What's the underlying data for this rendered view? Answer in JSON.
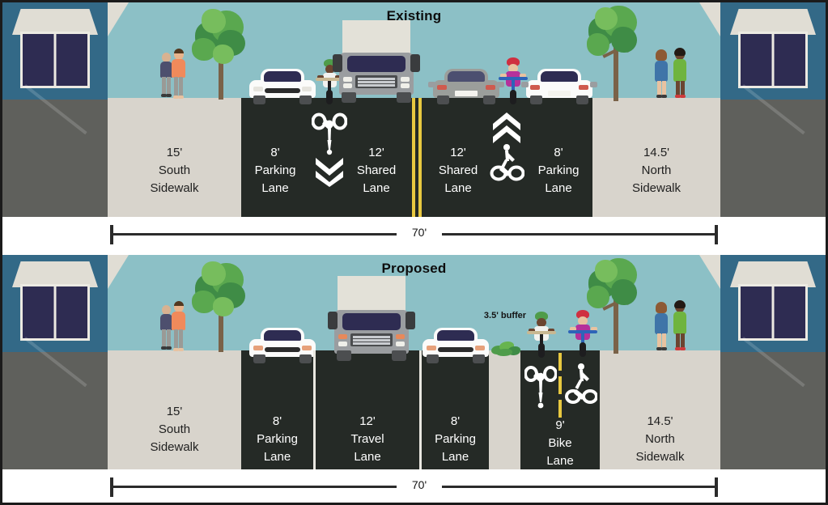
{
  "figure": {
    "type": "street-cross-section-comparison",
    "total_width_label": "70'",
    "panels": [
      {
        "id": "existing",
        "title": "Existing",
        "dimension_label": "70'",
        "elements": [
          {
            "name": "south-sidewalk",
            "dim": "15'",
            "line1": "South",
            "line2": "Sidewalk",
            "kind": "sidewalk"
          },
          {
            "name": "parking-lane-south",
            "dim": "8'",
            "line1": "Parking",
            "line2": "Lane",
            "kind": "roadway"
          },
          {
            "name": "shared-lane-south",
            "dim": "12'",
            "line1": "Shared",
            "line2": "Lane",
            "kind": "roadway"
          },
          {
            "name": "shared-lane-north",
            "dim": "12'",
            "line1": "Shared",
            "line2": "Lane",
            "kind": "roadway"
          },
          {
            "name": "parking-lane-north",
            "dim": "8'",
            "line1": "Parking",
            "line2": "Lane",
            "kind": "roadway"
          },
          {
            "name": "north-sidewalk",
            "dim": "14.5'",
            "line1": "North",
            "line2": "Sidewalk",
            "kind": "sidewalk"
          }
        ]
      },
      {
        "id": "proposed",
        "title": "Proposed",
        "dimension_label": "70'",
        "buffer_callout_line1": "3.5'",
        "buffer_callout_line2": "buffer",
        "elements": [
          {
            "name": "south-sidewalk",
            "dim": "15'",
            "line1": "South",
            "line2": "Sidewalk",
            "kind": "sidewalk"
          },
          {
            "name": "parking-lane-south",
            "dim": "8'",
            "line1": "Parking",
            "line2": "Lane",
            "kind": "roadway"
          },
          {
            "name": "travel-lane",
            "dim": "12'",
            "line1": "Travel",
            "line2": "Lane",
            "kind": "roadway"
          },
          {
            "name": "parking-lane-north",
            "dim": "8'",
            "line1": "Parking",
            "line2": "Lane",
            "kind": "roadway"
          },
          {
            "name": "bike-lane",
            "dim": "9'",
            "line1": "Bike",
            "line2": "Lane",
            "kind": "roadway"
          },
          {
            "name": "north-sidewalk",
            "dim": "14.5'",
            "line1": "North",
            "line2": "Sidewalk",
            "kind": "sidewalk"
          }
        ]
      }
    ]
  },
  "colors": {
    "sky": "#8cc0c6",
    "sidewalk": "#d8d4cc",
    "asphalt": "#252a26",
    "ground": "#5f605c",
    "building": "#336987",
    "awning": "#e0ddd4",
    "window": "#2e2c52",
    "centerline_yellow": "#e8c840",
    "tree_green": "#5aa84f",
    "lane_text": "#ffffff",
    "sidewalk_text": "#1f1f1f",
    "frame": "#1b1b1b"
  }
}
